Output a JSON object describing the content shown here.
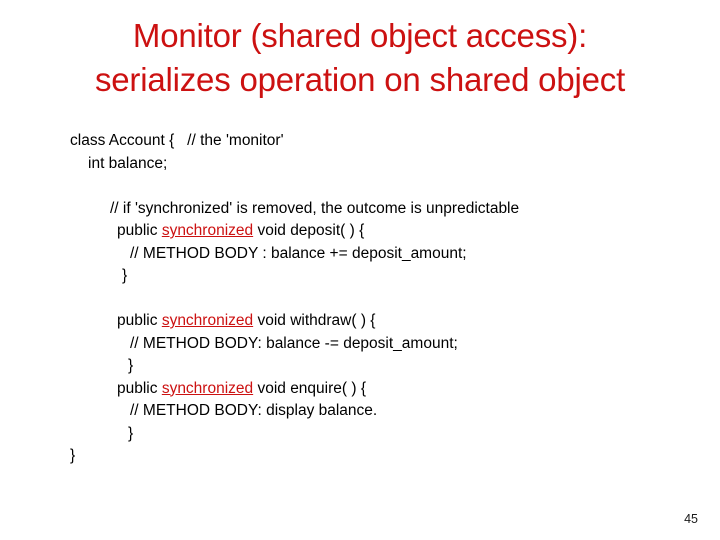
{
  "slide": {
    "title_lines": [
      "Monitor (shared object access):",
      "serializes operation on shared object"
    ],
    "page_number": "45",
    "colors": {
      "title_red": "#cc1111",
      "keyword_red": "#cc1111",
      "code_black": "#000000",
      "background": "#ffffff"
    }
  },
  "code": {
    "line_class_decl": "class Account {   // the 'monitor'",
    "line_field": "int balance;",
    "line_comment_sync": "// if 'synchronized' is removed, the outcome is unpredictable",
    "deposit": {
      "prefix": "public ",
      "keyword": "synchronized",
      "suffix": " void deposit( ) {",
      "body": "// METHOD BODY : balance += deposit_amount;",
      "close": "}"
    },
    "withdraw": {
      "prefix": "public ",
      "keyword": "synchronized",
      "suffix": " void withdraw( ) {",
      "body": "// METHOD BODY: balance -= deposit_amount;",
      "close": "}"
    },
    "enquire": {
      "prefix": "public ",
      "keyword": "synchronized",
      "suffix": " void enquire( ) {",
      "body": "// METHOD BODY: display balance.",
      "close": "}"
    },
    "class_close": "}"
  }
}
